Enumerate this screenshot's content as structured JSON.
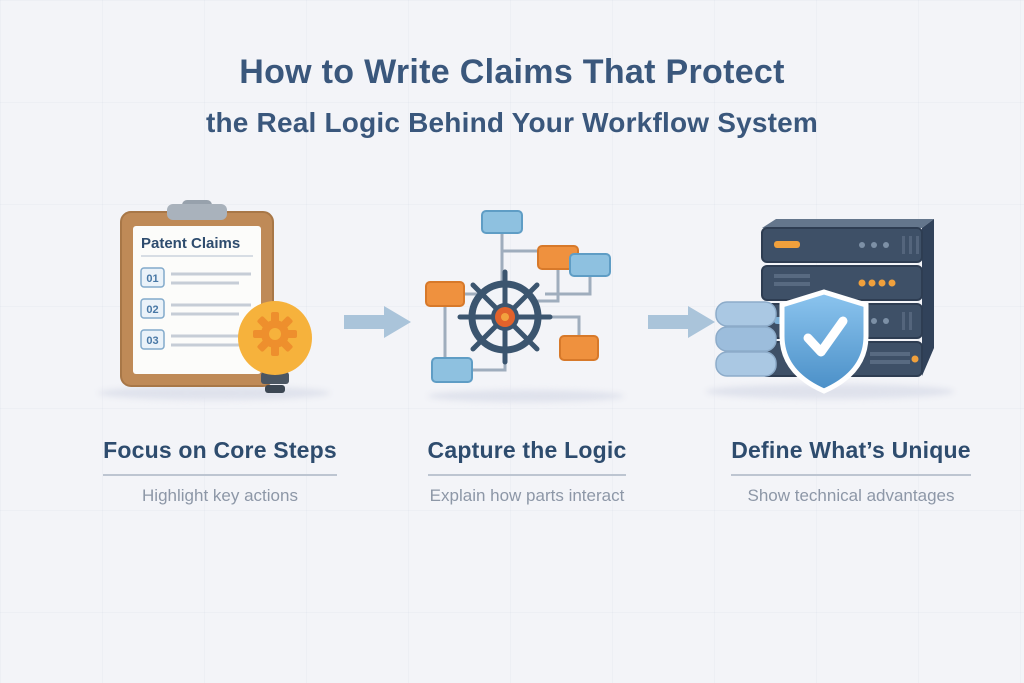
{
  "title": {
    "line1": "How to Write Claims That Protect",
    "line2": "the Real Logic Behind Your Workflow System"
  },
  "clipboard": {
    "title": "Patent Claims",
    "item_numbers": [
      "01",
      "02",
      "03"
    ]
  },
  "steps": [
    {
      "heading": "Focus on Core Steps",
      "subtext": "Highlight key actions"
    },
    {
      "heading": "Capture the Logic",
      "subtext": "Explain how parts interact"
    },
    {
      "heading": "Define What’s Unique",
      "subtext": "Show technical advantages"
    }
  ],
  "icons": {
    "left": "clipboard-lightbulb-icon",
    "center": "flowchart-compass-icon",
    "right": "server-shield-icon",
    "between": "arrow-right-icon"
  },
  "colors": {
    "background": "#f3f4f8",
    "title_text": "#3a577c",
    "heading_text": "#2e4c6e",
    "subtext": "#8d97a7",
    "arrow": "#aac4da",
    "orange": "#ef913e",
    "blue": "#8ec1e0",
    "navy": "#3b556f",
    "clipboard_tan": "#bf8a57",
    "bulb_yellow": "#f6b23c",
    "shield_blue": "#4a8fc7"
  }
}
